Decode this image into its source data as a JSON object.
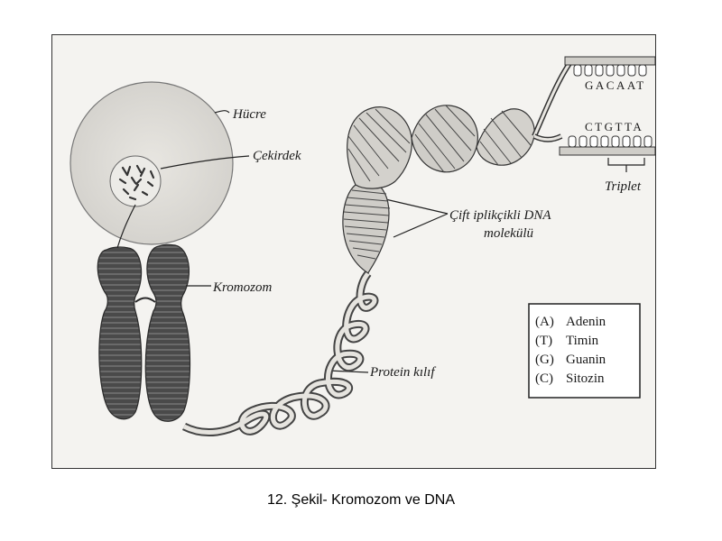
{
  "labels": {
    "cell": "Hücre",
    "nucleus": "Çekirdek",
    "chromosome": "Kromozom",
    "protein_coat": "Protein kılıf",
    "dna_line1": "Çift iplikçikli DNA",
    "dna_line2": "molekülü",
    "triplet": "Triplet"
  },
  "sequences": {
    "top": "GACAAT",
    "bottom": "CTGTTA"
  },
  "legend": [
    {
      "code": "(A)",
      "name": "Adenin"
    },
    {
      "code": "(T)",
      "name": "Timin"
    },
    {
      "code": "(G)",
      "name": "Guanin"
    },
    {
      "code": "(C)",
      "name": "Sitozin"
    }
  ],
  "caption": "12. Şekil- Kromozom ve DNA"
}
